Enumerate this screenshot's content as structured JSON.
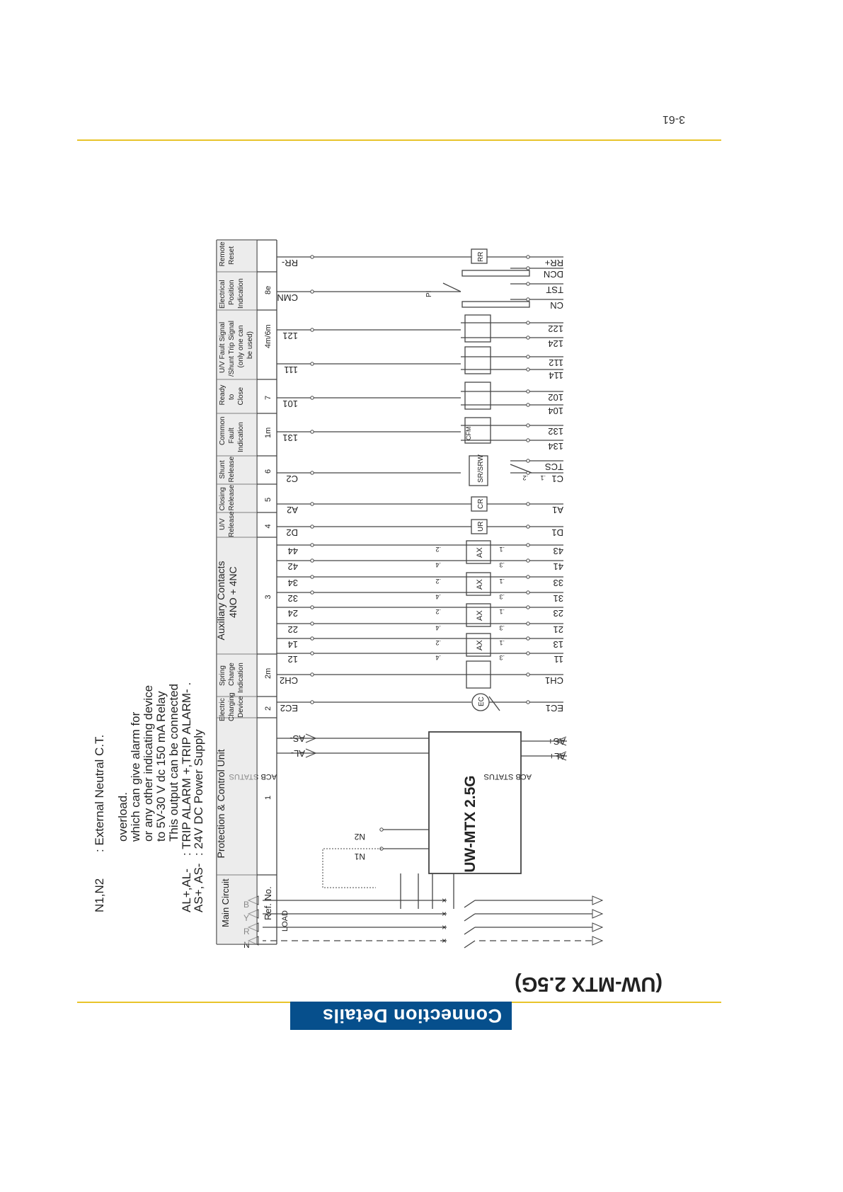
{
  "header": {
    "title": "Connection Details",
    "subtitle": "(UW-MTX 2.5G)",
    "page_number": "3-61"
  },
  "colors": {
    "accent_line": "#e8c42a",
    "header_bg": "#064f8c",
    "line": "#444444"
  },
  "unit": {
    "label": "UW-MTX 2.5G"
  },
  "main_circuit": {
    "phases": [
      "N",
      "R",
      "Y",
      "B"
    ],
    "load_label": "LOAD",
    "neutral_ct": [
      "N1",
      "N2"
    ]
  },
  "acb_status": {
    "left_title": "ACB STATUS",
    "right_title": "ACB STATUS",
    "left": [
      "AL-",
      "AS-"
    ],
    "right": [
      "AL+",
      "AS+"
    ]
  },
  "table": {
    "col_headers": [
      "Ref. No.",
      "Main Circuit"
    ],
    "rows": [
      {
        "ref": "1",
        "lines": [
          "Protection & Control Unit"
        ]
      },
      {
        "ref": "2",
        "lines": [
          "Electric",
          "Charging",
          "Device"
        ]
      },
      {
        "ref": "2m",
        "lines": [
          "Spring",
          "Charge",
          "Indication"
        ]
      },
      {
        "ref": "3",
        "lines": [
          "Auxiliary Contacts",
          "4NO + 4NC"
        ]
      },
      {
        "ref": "4",
        "lines": [
          "U/V",
          "Release"
        ]
      },
      {
        "ref": "5",
        "lines": [
          "Closing",
          "Release"
        ]
      },
      {
        "ref": "6",
        "lines": [
          "Shunt",
          "Release"
        ]
      },
      {
        "ref": "1m",
        "lines": [
          "Common",
          "Fault",
          "Indication"
        ]
      },
      {
        "ref": "7",
        "lines": [
          "Ready",
          "to",
          "Close"
        ]
      },
      {
        "ref": "4m/6m",
        "lines": [
          "U/V Fault Signal",
          "/Shunt Trip Signal",
          "(only one can",
          "be used)"
        ]
      },
      {
        "ref": "8e",
        "lines": [
          "Electrical",
          "Position",
          "Indication"
        ]
      },
      {
        "ref": "",
        "lines": [
          "Remote",
          "Reset"
        ]
      }
    ]
  },
  "terminals": {
    "ec": {
      "left": "EC2",
      "right": "EC1",
      "device": "EC"
    },
    "ch": {
      "left": "CH2",
      "right": "CH1"
    },
    "aux": [
      {
        "no": "12",
        "nc": "11",
        "p_left": ".4",
        "p_right": ".3"
      },
      {
        "no": "14",
        "nc": "13",
        "p_left": ".2",
        "p_right": ".1"
      },
      {
        "no": "22",
        "nc": "21",
        "p_left": ".4",
        "p_right": ".3"
      },
      {
        "no": "24",
        "nc": "23",
        "p_left": ".2",
        "p_right": ".1"
      },
      {
        "no": "32",
        "nc": "31",
        "p_left": ".4",
        "p_right": ".3"
      },
      {
        "no": "34",
        "nc": "33",
        "p_left": ".2",
        "p_right": ".1"
      },
      {
        "no": "42",
        "nc": "41",
        "p_left": ".4",
        "p_right": ".3"
      },
      {
        "no": "44",
        "nc": "43",
        "p_left": ".2",
        "p_right": ".1"
      }
    ],
    "ax_label": "AX",
    "ur": {
      "left": "D2",
      "right": "D1",
      "device": "UR"
    },
    "cr": {
      "left": "A2",
      "right": "A1",
      "device": "CR"
    },
    "sr": {
      "left": "C2",
      "right": "C1",
      "right2": "TCS",
      "device": "SR/SRW",
      "p_left": ".2",
      "p_right": ".1"
    },
    "cfm": {
      "left": "131",
      "right": [
        "134",
        "132"
      ],
      "device": "CFM"
    },
    "rtc": {
      "left": "101",
      "right": [
        "104",
        "102"
      ]
    },
    "uvf": {
      "left": "111",
      "right": [
        "114",
        "112"
      ]
    },
    "stf": {
      "left": "121",
      "right": [
        "124",
        "122"
      ]
    },
    "epi": {
      "left": "CMN",
      "right": [
        "CN",
        "TST",
        "DCN"
      ],
      "device": "PI"
    },
    "rr": {
      "left": "RR-",
      "right": "RR+",
      "device": "RR"
    }
  },
  "notes": [
    {
      "key": "AS+, AS-",
      "text": ": 24V DC Power Supply"
    },
    {
      "key": "AL+,AL-",
      "text": ": TRIP ALARM +,TRIP ALARM- ."
    },
    {
      "key": "",
      "text": "This  output  can be connected"
    },
    {
      "key": "",
      "text": "to 5V-30 V dc 150 mA  Relay"
    },
    {
      "key": "",
      "text": "or any other indicating device"
    },
    {
      "key": "",
      "text": "which can give  alarm for"
    },
    {
      "key": "",
      "text": "overload."
    },
    {
      "key": "N1,N2",
      "text": ": External Neutral C.T."
    }
  ]
}
